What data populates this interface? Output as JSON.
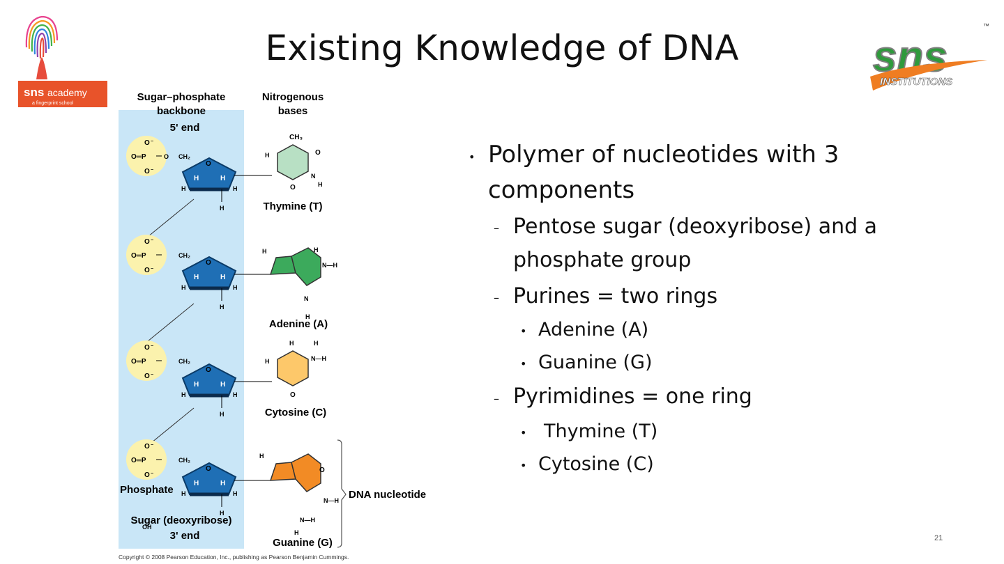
{
  "title": "Existing Knowledge of DNA",
  "logo_left": {
    "brand": "sns",
    "word": "academy",
    "tagline": "a fingerprint school"
  },
  "logo_right": {
    "brand": "sns",
    "word": "INSTITUTIONS",
    "tm": "™"
  },
  "bullets": {
    "main": [
      "Polymer of nucleotides with 3",
      "components"
    ],
    "sub1": [
      "Pentose sugar (deoxyribose) and a",
      "phosphate group"
    ],
    "sub2": "Purines = two rings",
    "sub2_items": [
      "Adenine (A)",
      "Guanine (G)"
    ],
    "sub3": "Pyrimidines = one ring",
    "sub3_items": [
      "Thymine (T)",
      "Cytosine (C)"
    ]
  },
  "diagram": {
    "backbone_header": [
      "Sugar–phosphate",
      "backbone"
    ],
    "bases_header": [
      "Nitrogenous",
      "bases"
    ],
    "five_end": "5' end",
    "three_end": "3' end",
    "phosphate_label": "Phosphate",
    "sugar_label": "Sugar (deoxyribose)",
    "dna_nucleotide": "DNA nucleotide",
    "bases": [
      "Thymine (T)",
      "Adenine (A)",
      "Cytosine (C)",
      "Guanine (G)"
    ],
    "colors": {
      "backbone": "#c9e6f7",
      "phosphate": "#fbf2ad",
      "sugar": "#1f6fb5",
      "thymine": "#b8e0c4",
      "adenine": "#3caa5c",
      "cytosine": "#fdc86a",
      "guanine": "#f28b25"
    }
  },
  "copyright": "Copyright © 2008 Pearson Education, Inc., publishing as Pearson Benjamin Cummings.",
  "slide_number": "21"
}
